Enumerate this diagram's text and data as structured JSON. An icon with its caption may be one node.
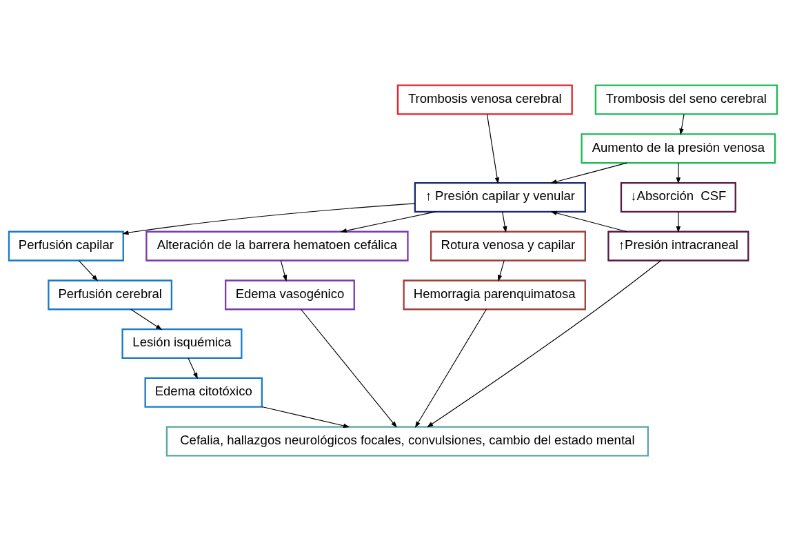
{
  "diagram": {
    "nodes": [
      {
        "text": [
          "Trombosis venosa cerebral"
        ]
      },
      {
        "text": [
          "Trombosis del seno cerebral"
        ]
      },
      {
        "text": [
          "Aumento de la presión venosa"
        ]
      },
      {
        "text": [
          "↑ Presión capilar y venular"
        ]
      },
      {
        "text": [
          "↓Absorción  CSF"
        ]
      },
      {
        "text": [
          "Perfusión capilar"
        ]
      },
      {
        "text": [
          "Alteración de la barrera hematoen cefálica"
        ]
      },
      {
        "text": [
          "Rotura venosa y capilar"
        ]
      },
      {
        "text": [
          "↑Presión intracraneal"
        ]
      },
      {
        "text": [
          "Perfusión cerebral"
        ]
      },
      {
        "text": [
          "Hemorragia parenquimatosa"
        ]
      },
      {
        "text": [
          "Lesión isquémica"
        ]
      },
      {
        "text": [
          "Edema vasogénico"
        ]
      },
      {
        "text": [
          "Edema citotóxico"
        ]
      },
      {
        "text": [
          "Cefalia, hallazgos neurológicos focales, convulsiones, cambio del estado mental"
        ]
      }
    ],
    "edges": [
      {
        "from": 0,
        "to": 3,
        "arrow": "to"
      },
      {
        "from": 1,
        "to": 2,
        "arrow": "to"
      },
      {
        "from": 2,
        "to": 3,
        "arrow": "to"
      },
      {
        "from": 2,
        "to": 4,
        "arrow": "to"
      },
      {
        "from": 3,
        "to": 5,
        "arrow": "to"
      },
      {
        "from": 3,
        "to": 6,
        "arrow": "to"
      },
      {
        "from": 3,
        "to": 7,
        "arrow": "to"
      },
      {
        "from": 4,
        "to": 8,
        "arrow": "to"
      },
      {
        "from": 8,
        "to": 3,
        "arrow": "to"
      },
      {
        "from": 5,
        "to": 9,
        "arrow": "to"
      },
      {
        "from": 9,
        "to": 11,
        "arrow": "to"
      },
      {
        "from": 11,
        "to": 13,
        "arrow": "to"
      },
      {
        "from": 6,
        "to": 12,
        "arrow": "to"
      },
      {
        "from": 7,
        "to": 10,
        "arrow": "to"
      },
      {
        "from": 13,
        "to": 14,
        "arrow": "to"
      },
      {
        "from": 12,
        "to": 14,
        "arrow": "to"
      },
      {
        "from": 10,
        "to": 14,
        "arrow": "to"
      },
      {
        "from": 8,
        "to": 14,
        "arrow": "to"
      }
    ]
  }
}
